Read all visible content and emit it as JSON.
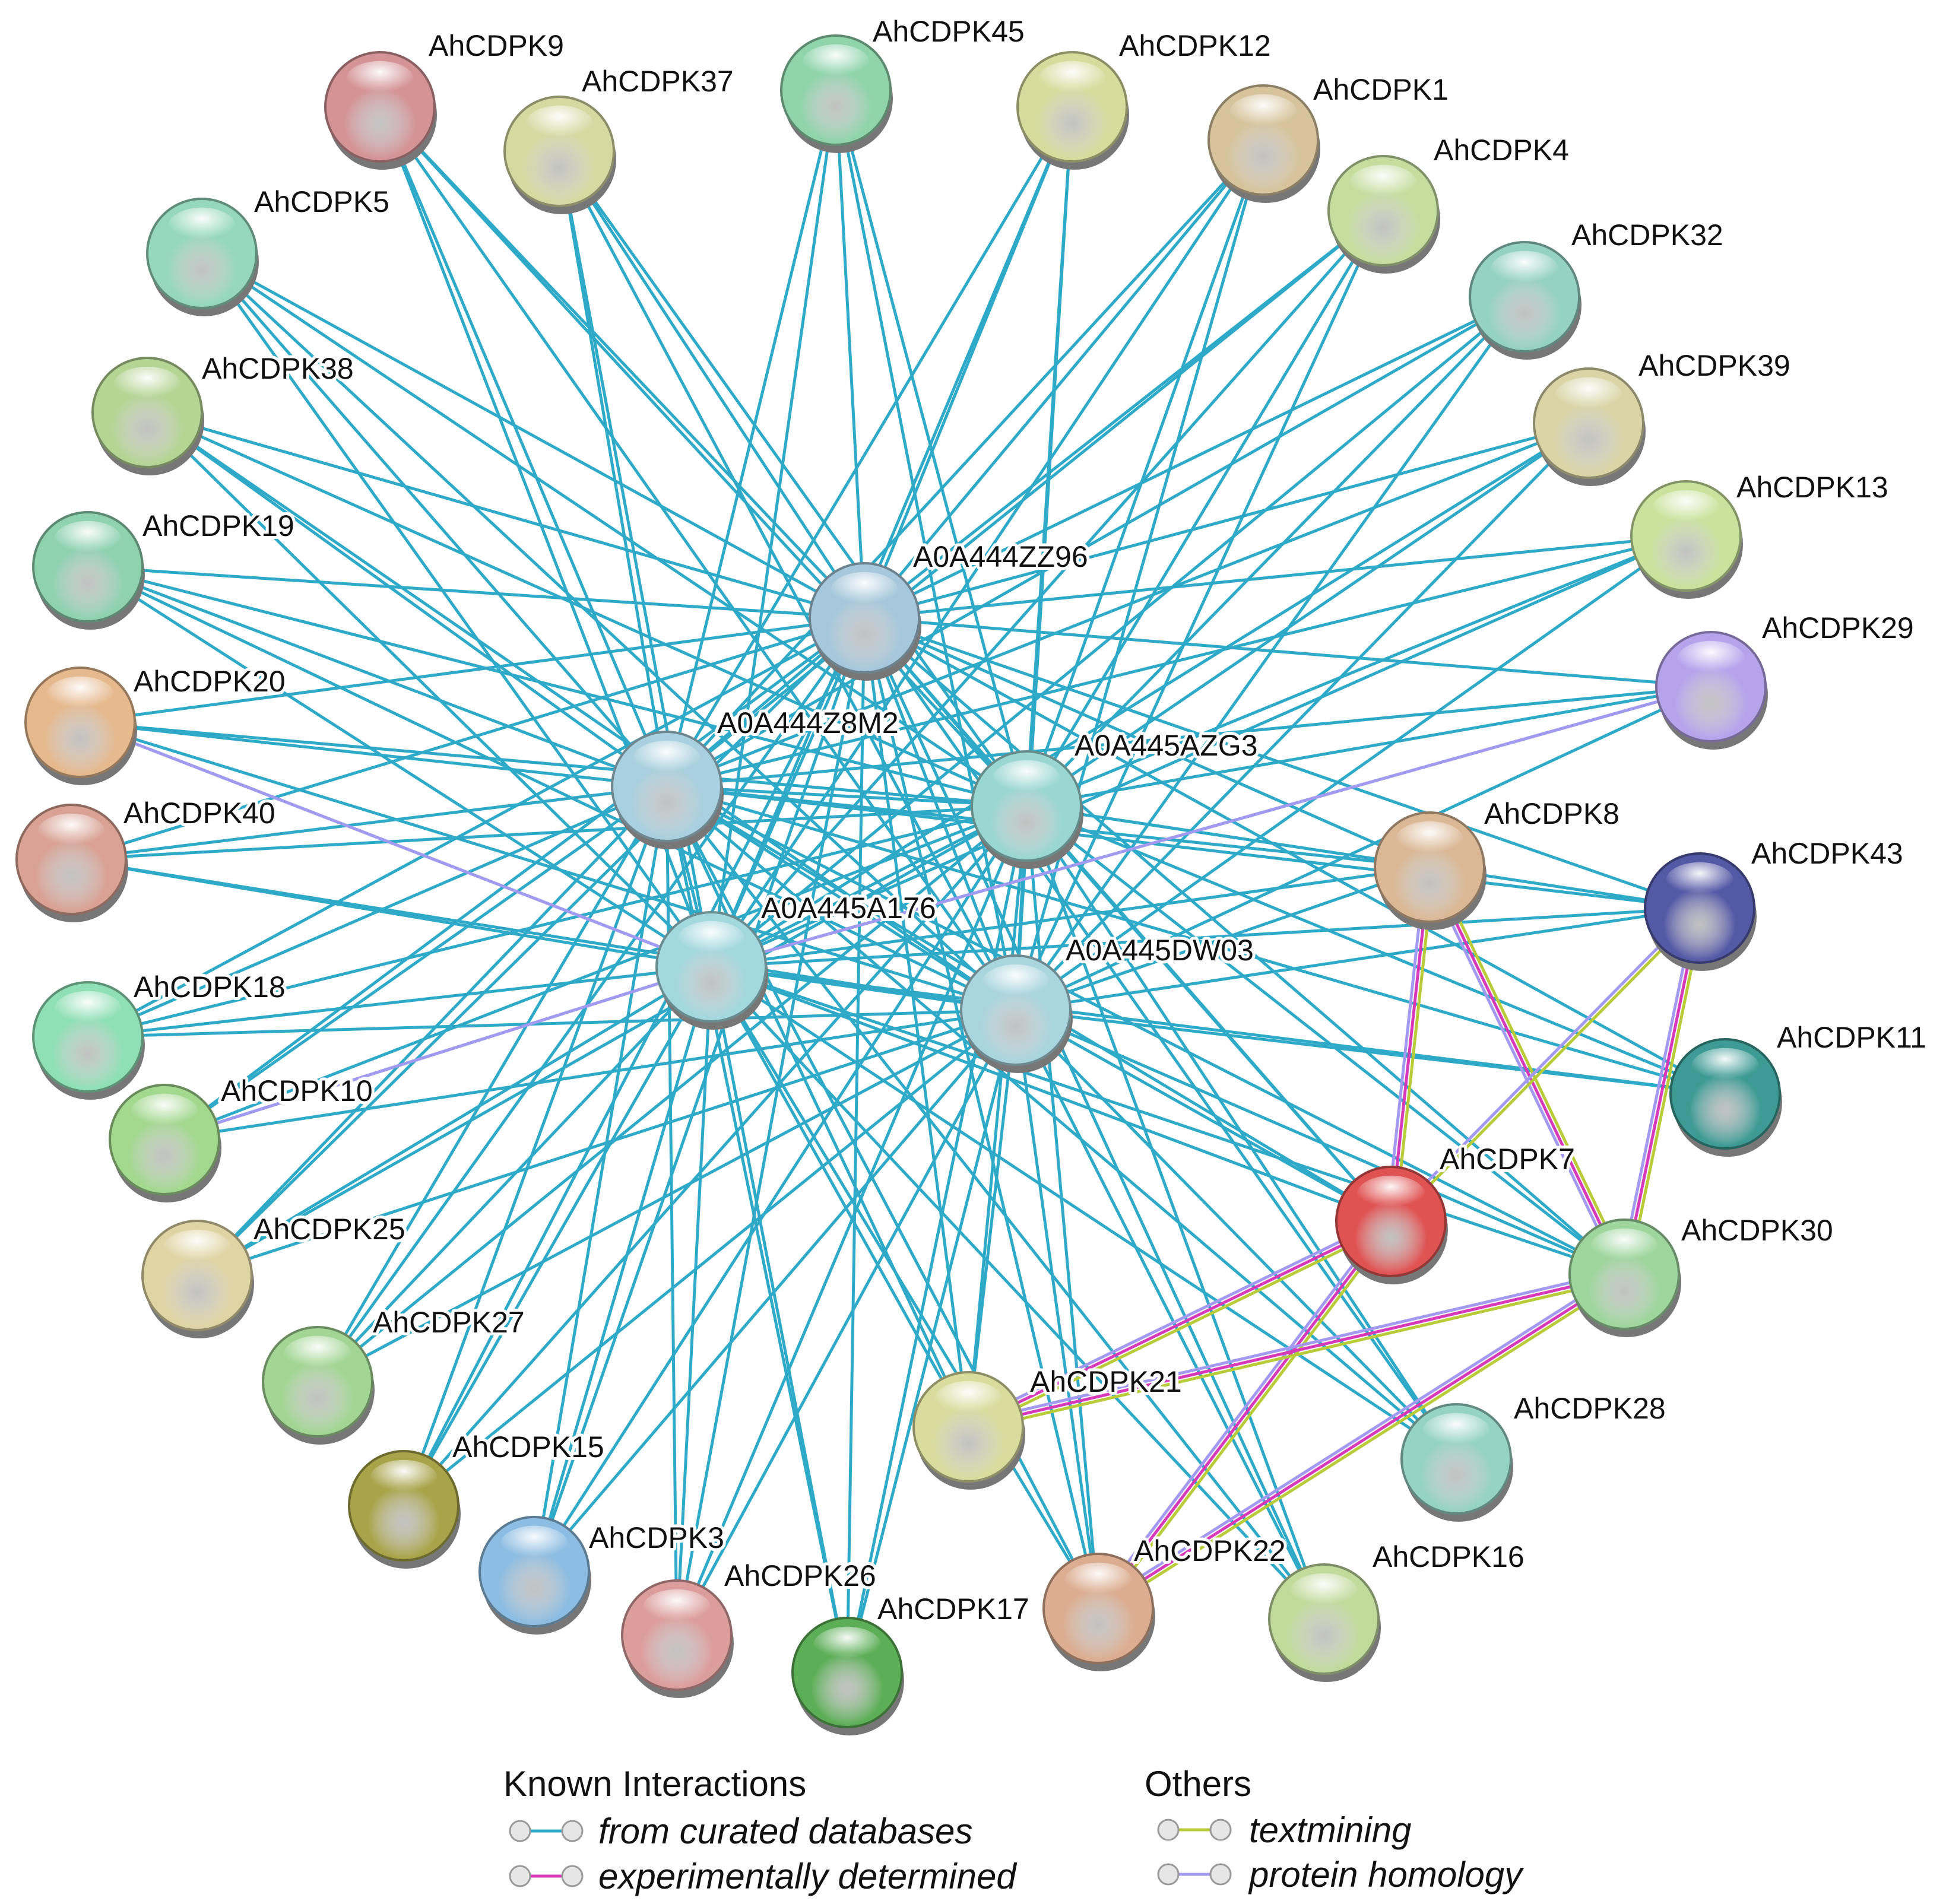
{
  "edge_colors": {
    "database": "#2eaac8",
    "experimental": "#d63ab8",
    "textmining": "#b8cc3a",
    "homology": "#a29af0"
  },
  "nodes": [
    {
      "id": "AhCDPK9",
      "color": "#d49396"
    },
    {
      "id": "AhCDPK37",
      "color": "#d7d9a2"
    },
    {
      "id": "AhCDPK45",
      "color": "#8fd4ab"
    },
    {
      "id": "AhCDPK12",
      "color": "#d7dc9d"
    },
    {
      "id": "AhCDPK1",
      "color": "#d7c49c"
    },
    {
      "id": "AhCDPK4",
      "color": "#c5dea0"
    },
    {
      "id": "AhCDPK32",
      "color": "#96d2c3"
    },
    {
      "id": "AhCDPK39",
      "color": "#d9d5a6"
    },
    {
      "id": "AhCDPK13",
      "color": "#c9e39d"
    },
    {
      "id": "AhCDPK29",
      "color": "#b7a3ec"
    },
    {
      "id": "AhCDPK5",
      "color": "#95d8bd"
    },
    {
      "id": "AhCDPK38",
      "color": "#b5d594"
    },
    {
      "id": "AhCDPK19",
      "color": "#8fd2b0"
    },
    {
      "id": "AhCDPK20",
      "color": "#e6b98e"
    },
    {
      "id": "AhCDPK40",
      "color": "#d9a294"
    },
    {
      "id": "AhCDPK18",
      "color": "#8fe0b5"
    },
    {
      "id": "AhCDPK10",
      "color": "#a3d88f"
    },
    {
      "id": "AhCDPK25",
      "color": "#dfd4a3"
    },
    {
      "id": "AhCDPK27",
      "color": "#a3d694"
    },
    {
      "id": "AhCDPK15",
      "color": "#a8a44a"
    },
    {
      "id": "AhCDPK3",
      "color": "#8dbde2"
    },
    {
      "id": "AhCDPK26",
      "color": "#dc9e9d"
    },
    {
      "id": "AhCDPK17",
      "color": "#5cae57"
    },
    {
      "id": "AhCDPK22",
      "color": "#dcad90"
    },
    {
      "id": "AhCDPK16",
      "color": "#c1db9d"
    },
    {
      "id": "AhCDPK28",
      "color": "#96d3c4"
    },
    {
      "id": "AhCDPK21",
      "color": "#dadc9e"
    },
    {
      "id": "AhCDPK7",
      "color": "#e05353"
    },
    {
      "id": "AhCDPK30",
      "color": "#9ed69d"
    },
    {
      "id": "AhCDPK11",
      "color": "#3d9a94"
    },
    {
      "id": "AhCDPK43",
      "color": "#5459a6"
    },
    {
      "id": "AhCDPK8",
      "color": "#dbb996"
    },
    {
      "id": "A0A444ZZ96",
      "color": "#a7c8dc"
    },
    {
      "id": "A0A444Z8M2",
      "color": "#a9d0de"
    },
    {
      "id": "A0A445AZG3",
      "color": "#9bd7d2"
    },
    {
      "id": "A0A445A176",
      "color": "#a2d8de"
    },
    {
      "id": "A0A445DW03",
      "color": "#a9d5de"
    }
  ],
  "hub_ids": [
    "A0A444ZZ96",
    "A0A444Z8M2",
    "A0A445AZG3",
    "A0A445A176",
    "A0A445DW03"
  ],
  "edges": [
    {
      "a": "AhCDPK8",
      "b": "AhCDPK7",
      "types": [
        "textmining",
        "experimental",
        "homology"
      ]
    },
    {
      "a": "AhCDPK8",
      "b": "AhCDPK30",
      "types": [
        "textmining",
        "experimental",
        "homology"
      ]
    },
    {
      "a": "AhCDPK43",
      "b": "AhCDPK7",
      "types": [
        "textmining",
        "homology"
      ]
    },
    {
      "a": "AhCDPK43",
      "b": "AhCDPK30",
      "types": [
        "textmining",
        "experimental",
        "homology"
      ]
    },
    {
      "a": "AhCDPK7",
      "b": "AhCDPK21",
      "types": [
        "textmining",
        "experimental",
        "homology"
      ]
    },
    {
      "a": "AhCDPK7",
      "b": "AhCDPK22",
      "types": [
        "textmining",
        "experimental",
        "homology"
      ]
    },
    {
      "a": "AhCDPK30",
      "b": "AhCDPK21",
      "types": [
        "textmining",
        "experimental",
        "homology"
      ]
    },
    {
      "a": "AhCDPK30",
      "b": "AhCDPK22",
      "types": [
        "textmining",
        "experimental",
        "homology"
      ]
    },
    {
      "a": "AhCDPK20",
      "b": "A0A445A176",
      "types": [
        "homology"
      ]
    },
    {
      "a": "AhCDPK10",
      "b": "A0A445A176",
      "types": [
        "homology"
      ]
    },
    {
      "a": "AhCDPK29",
      "b": "A0A445A176",
      "types": [
        "homology"
      ]
    }
  ],
  "legend": {
    "known_heading": "Known Interactions",
    "curated": "from curated databases",
    "experimental": "experimentally determined",
    "others_heading": "Others",
    "textmining": "textmining",
    "homology": "protein homology"
  }
}
